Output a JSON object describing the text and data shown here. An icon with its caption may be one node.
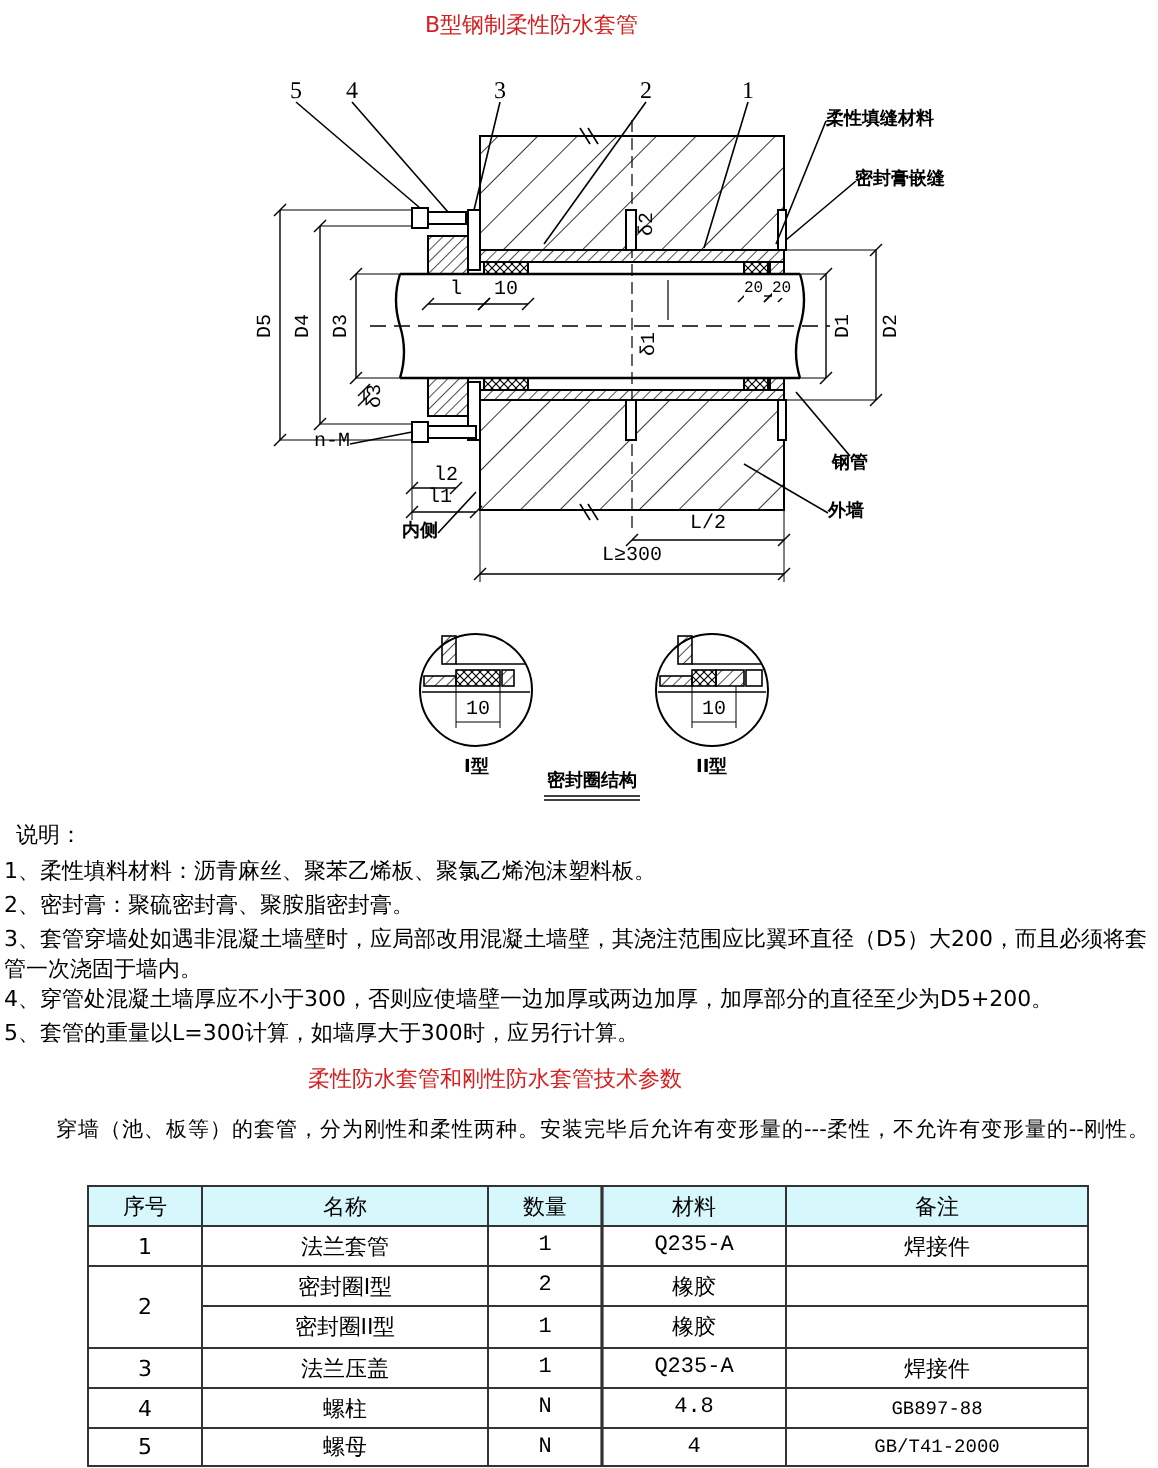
{
  "diagram": {
    "title": "B型钢制柔性防水套管",
    "nodes": [
      {
        "text": [
          "5"
        ]
      },
      {
        "text": [
          "4"
        ]
      },
      {
        "text": [
          "3"
        ]
      },
      {
        "text": [
          "2"
        ]
      },
      {
        "text": [
          "1"
        ]
      },
      {
        "text": [
          "柔性填缝材料"
        ]
      },
      {
        "text": [
          "密封膏嵌缝"
        ]
      },
      {
        "text": [
          "n-M"
        ]
      },
      {
        "text": [
          "钢管"
        ]
      },
      {
        "text": [
          "内侧"
        ]
      },
      {
        "text": [
          "外墙"
        ]
      },
      {
        "text": [],
        "shape": "box"
      },
      {
        "text": [],
        "shape": "box"
      },
      {
        "text": [],
        "shape": "box"
      },
      {
        "text": [],
        "shape": "box"
      }
    ],
    "edges": [
      {
        "from": 0,
        "to": 11,
        "arrow": "none"
      },
      {
        "from": 1,
        "to": 12,
        "arrow": "none"
      },
      {
        "from": 2,
        "to": 14,
        "arrow": "none"
      },
      {
        "from": 3,
        "to": null,
        "arrow": "none"
      },
      {
        "from": 4,
        "to": null,
        "arrow": "none"
      },
      {
        "from": 5,
        "to": null,
        "arrow": "none"
      },
      {
        "from": 6,
        "to": null,
        "arrow": "none"
      },
      {
        "from": 7,
        "to": 13,
        "arrow": "none"
      },
      {
        "from": 8,
        "to": null,
        "arrow": "none"
      },
      {
        "from": 9,
        "to": null,
        "arrow": "none"
      },
      {
        "from": 10,
        "to": null,
        "arrow": "none"
      }
    ],
    "labels": [
      "D5",
      "D4",
      "D3",
      "δ3",
      "δ2",
      "δ1",
      "D1",
      "D2",
      "l",
      "10",
      "20",
      "20",
      "l2",
      "l1",
      "L/2",
      "L≥300",
      "10",
      "10",
      "I型",
      "II型",
      "密封圈结构",
      "说明：",
      "1、柔性填料材料：沥青麻丝、聚苯乙烯板、聚氯乙烯泡沫塑料板。",
      "2、密封膏：聚硫密封膏、聚胺脂密封膏。",
      "3、套管穿墙处如遇非混凝土墙壁时，应局部改用混凝土墙壁，其浇注范围应比翼环直径（D5）大200，而且必须将套管一次浇固于墙内。",
      "4、穿管处混凝土墙厚应不小于300，否则应使墙壁一边加厚或两边加厚，加厚部分的直径至少为D5+200。",
      "5、套管的重量以L=300计算，如墙厚大于300时，应另行计算。",
      "柔性防水套管和刚性防水套管技术参数",
      "穿墙（池、板等）的套管，分为刚性和柔性两种。安装完毕后允许有变形量的---柔性，不允许有变形量的--刚性。",
      "序号",
      "名称",
      "数量",
      "材料",
      "备注",
      "1",
      "法兰套管",
      "1",
      "Q235-A",
      "焊接件",
      "2",
      "密封圈I型",
      "2",
      "橡胶",
      "密封圈II型",
      "1",
      "橡胶",
      "3",
      "法兰压盖",
      "1",
      "Q235-A",
      "焊接件",
      "4",
      "螺柱",
      "N",
      "4.8",
      "GB897-88",
      "5",
      "螺母",
      "N",
      "4",
      "GB/T41-2000"
    ]
  }
}
